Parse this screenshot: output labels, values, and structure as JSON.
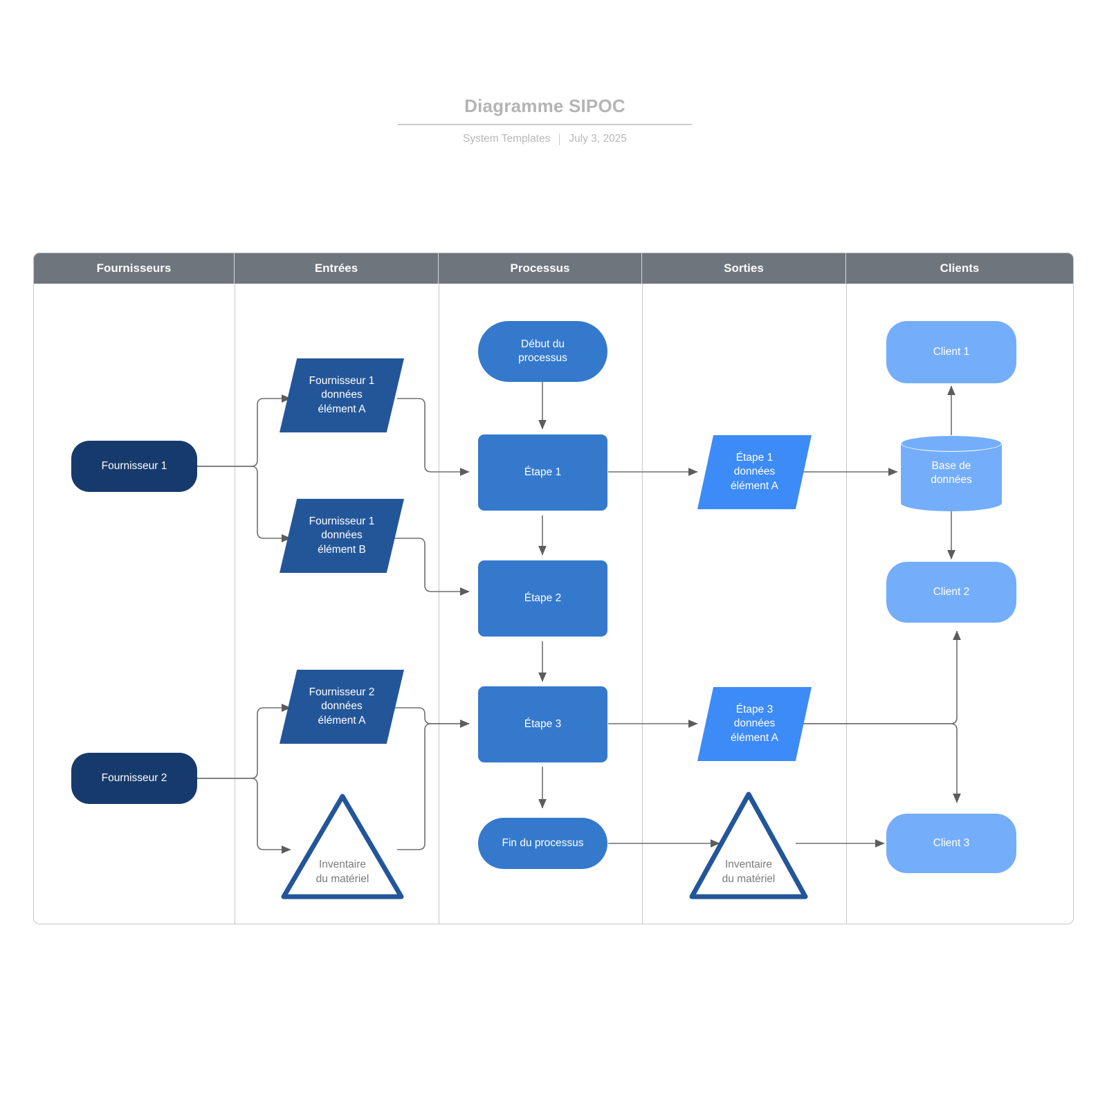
{
  "header": {
    "title": "Diagramme SIPOC",
    "author": "System Templates",
    "date": "July 3, 2025",
    "divider": ""
  },
  "colors": {
    "header_band": "#6e757d",
    "supplier": "#163a6b",
    "input_parallelogram": "#235699",
    "process": "#3479cc",
    "output_parallelogram": "#3d8bf7",
    "client": "#74aefb",
    "triangle_stroke": "#235699",
    "connector": "#6e6e6e",
    "frame": "#c6c6c6",
    "title_text": "#b4b4b4"
  },
  "columns": [
    {
      "id": "fournisseurs",
      "label": "Fournisseurs"
    },
    {
      "id": "entrees",
      "label": "Entrées"
    },
    {
      "id": "processus",
      "label": "Processus"
    },
    {
      "id": "sorties",
      "label": "Sorties"
    },
    {
      "id": "clients",
      "label": "Clients"
    }
  ],
  "nodes": {
    "supplier_1": {
      "label": "Fournisseur 1",
      "shape": "rounded-rect",
      "column": "fournisseurs"
    },
    "supplier_2": {
      "label": "Fournisseur 2",
      "shape": "rounded-rect",
      "column": "fournisseurs"
    },
    "input_1a_l1": "Fournisseur 1",
    "input_1a_l2": "données",
    "input_1a_l3": "élément A",
    "input_1b_l1": "Fournisseur 1",
    "input_1b_l2": "données",
    "input_1b_l3": "élément B",
    "input_2a_l1": "Fournisseur 2",
    "input_2a_l2": "données",
    "input_2a_l3": "élément A",
    "input_inventory_l1": "Inventaire",
    "input_inventory_l2": "du matériel",
    "process_start_l1": "Début du",
    "process_start_l2": "processus",
    "process_step_1": "Étape 1",
    "process_step_2": "Étape 2",
    "process_step_3": "Étape 3",
    "process_end": "Fin du processus",
    "output_1a_l1": "Étape 1",
    "output_1a_l2": "données",
    "output_1a_l3": "élément A",
    "output_3a_l1": "Étape 3",
    "output_3a_l2": "données",
    "output_3a_l3": "élément A",
    "output_inventory_l1": "Inventaire",
    "output_inventory_l2": "du matériel",
    "client_1": "Client 1",
    "client_2": "Client 2",
    "client_3": "Client 3",
    "database_l1": "Base de",
    "database_l2": "données"
  }
}
